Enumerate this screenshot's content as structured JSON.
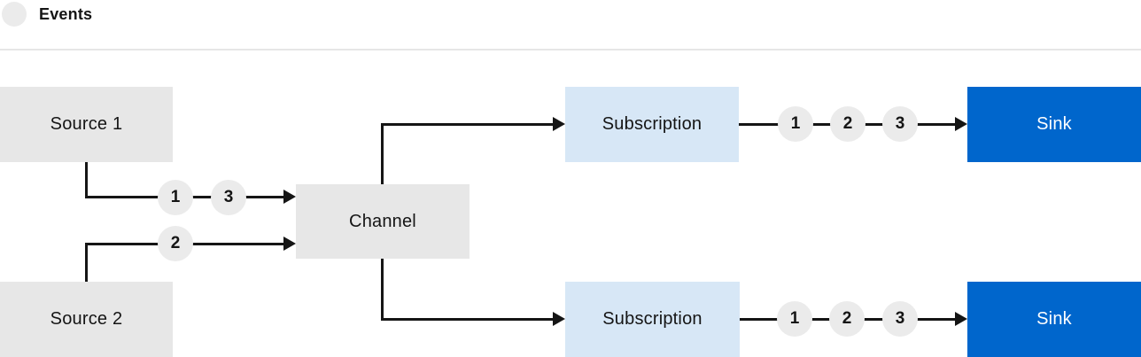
{
  "colors": {
    "gray": "#E7E7E7",
    "light_blue": "#D7E7F6",
    "blue": "#0066CC",
    "line": "#151515",
    "circle_fill": "#EBEBEB",
    "text_dark": "#151515",
    "separator": "#E6E6E6"
  },
  "legend": {
    "label": "Events"
  },
  "nodes": {
    "source1": "Source 1",
    "source2": "Source 2",
    "channel": "Channel",
    "subscription_top": "Subscription",
    "subscription_bottom": "Subscription",
    "sink_top": "Sink",
    "sink_bottom": "Sink"
  },
  "markers": {
    "source1_channel": [
      "1",
      "3"
    ],
    "source2_channel": [
      "2"
    ],
    "subscription_top_sink": [
      "1",
      "2",
      "3"
    ],
    "subscription_bottom_sink": [
      "1",
      "2",
      "3"
    ]
  }
}
